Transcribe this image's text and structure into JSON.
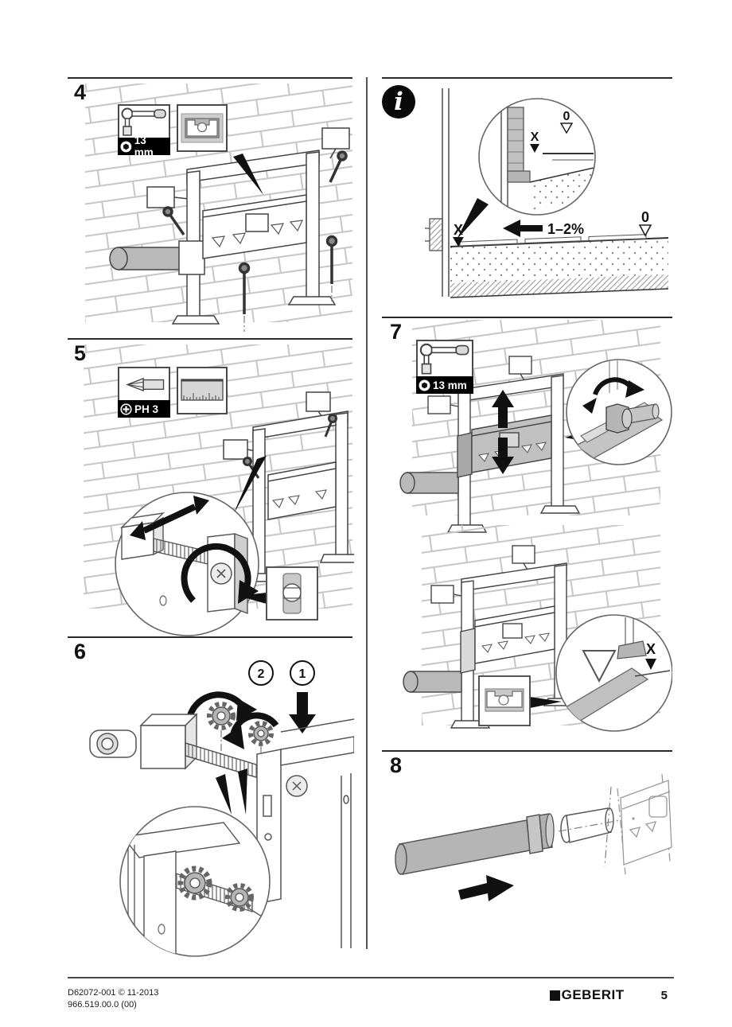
{
  "sections": {
    "step4": {
      "number": "4",
      "tool_socket": "13 mm"
    },
    "info": {
      "x_detail": "X",
      "zero_detail": "0",
      "x_floor": "X",
      "slope": "1–2%",
      "zero_floor": "0"
    },
    "step5": {
      "number": "5",
      "tool_bit": "PH 3"
    },
    "step6": {
      "number": "6",
      "callout_one": "1",
      "callout_two": "2"
    },
    "step7": {
      "number": "7",
      "tool_socket": "13 mm",
      "offset": "X"
    },
    "step8": {
      "number": "8"
    }
  },
  "footer": {
    "doc_code": "D62072-001 © 11-2013",
    "article_code": "966.519.00.0 (00)",
    "brand": "GEBERIT",
    "page_number": "5"
  }
}
